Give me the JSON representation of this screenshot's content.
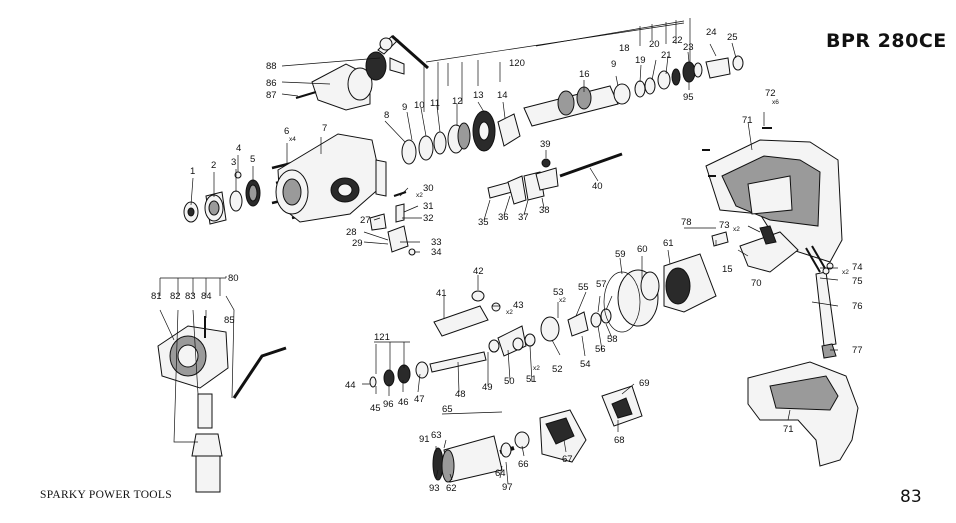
{
  "header": {
    "model": "BPR 280CE"
  },
  "footer": {
    "brand": "SPARKY POWER TOOLS",
    "page_number": "83"
  },
  "parts": [
    {
      "id": "1"
    },
    {
      "id": "2"
    },
    {
      "id": "3"
    },
    {
      "id": "4"
    },
    {
      "id": "5"
    },
    {
      "id": "6",
      "qty": "x4"
    },
    {
      "id": "7"
    },
    {
      "id": "8"
    },
    {
      "id": "9"
    },
    {
      "id": "10"
    },
    {
      "id": "11"
    },
    {
      "id": "12"
    },
    {
      "id": "13"
    },
    {
      "id": "14"
    },
    {
      "id": "15"
    },
    {
      "id": "16"
    },
    {
      "id": "18"
    },
    {
      "id": "19"
    },
    {
      "id": "20"
    },
    {
      "id": "21"
    },
    {
      "id": "22"
    },
    {
      "id": "23"
    },
    {
      "id": "24"
    },
    {
      "id": "25"
    },
    {
      "id": "27"
    },
    {
      "id": "28"
    },
    {
      "id": "29"
    },
    {
      "id": "30",
      "qty": "x2"
    },
    {
      "id": "31"
    },
    {
      "id": "32"
    },
    {
      "id": "33"
    },
    {
      "id": "34"
    },
    {
      "id": "35"
    },
    {
      "id": "36"
    },
    {
      "id": "37"
    },
    {
      "id": "38"
    },
    {
      "id": "39"
    },
    {
      "id": "40"
    },
    {
      "id": "41"
    },
    {
      "id": "42"
    },
    {
      "id": "43",
      "qty": "x2"
    },
    {
      "id": "44"
    },
    {
      "id": "45"
    },
    {
      "id": "46"
    },
    {
      "id": "47"
    },
    {
      "id": "48"
    },
    {
      "id": "49"
    },
    {
      "id": "50"
    },
    {
      "id": "51",
      "qty": "x2"
    },
    {
      "id": "52"
    },
    {
      "id": "53",
      "qty": "x2"
    },
    {
      "id": "54"
    },
    {
      "id": "55"
    },
    {
      "id": "56"
    },
    {
      "id": "57"
    },
    {
      "id": "58"
    },
    {
      "id": "59"
    },
    {
      "id": "60"
    },
    {
      "id": "61"
    },
    {
      "id": "62"
    },
    {
      "id": "63"
    },
    {
      "id": "64"
    },
    {
      "id": "65"
    },
    {
      "id": "66"
    },
    {
      "id": "67"
    },
    {
      "id": "68"
    },
    {
      "id": "69"
    },
    {
      "id": "70"
    },
    {
      "id": "71"
    },
    {
      "id": "71"
    },
    {
      "id": "72",
      "qty": "x6"
    },
    {
      "id": "73",
      "qty": "x2"
    },
    {
      "id": "74",
      "qty": "x2"
    },
    {
      "id": "75"
    },
    {
      "id": "76"
    },
    {
      "id": "77"
    },
    {
      "id": "78"
    },
    {
      "id": "80"
    },
    {
      "id": "81"
    },
    {
      "id": "82"
    },
    {
      "id": "83"
    },
    {
      "id": "84"
    },
    {
      "id": "85"
    },
    {
      "id": "86"
    },
    {
      "id": "87"
    },
    {
      "id": "88"
    },
    {
      "id": "91"
    },
    {
      "id": "93"
    },
    {
      "id": "95"
    },
    {
      "id": "96"
    },
    {
      "id": "97"
    },
    {
      "id": "120"
    },
    {
      "id": "121"
    },
    {
      "id": "9"
    }
  ]
}
